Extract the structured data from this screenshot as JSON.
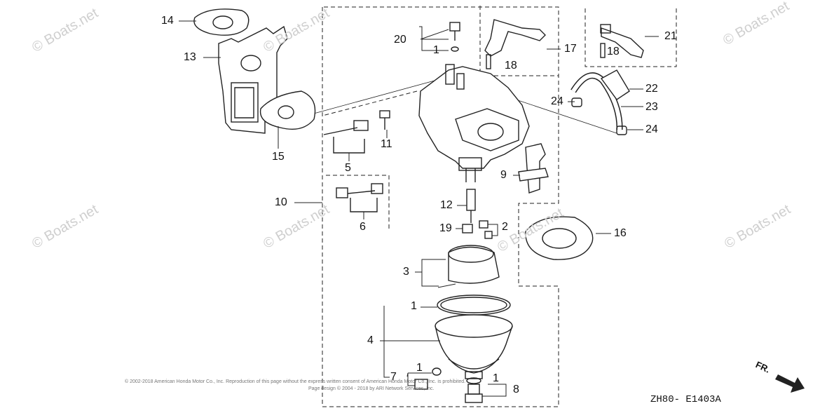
{
  "diagram": {
    "code": "ZH80- E1403A",
    "front_label": "FR.",
    "watermark": "© Boats.net",
    "copyright_line1": "© 2002-2018 American Honda Motor Co., Inc. Reproduction of this page without the express written consent of American Honda Motor Co., Inc. is prohibited.",
    "copyright_line2": "Page design © 2004 - 2018 by ARI Network Services, Inc."
  },
  "callouts": {
    "c14": "14",
    "c13": "13",
    "c15": "15",
    "c20": "20",
    "c1a": "1",
    "c17": "17",
    "c18a": "18",
    "c21": "21",
    "c18b": "18",
    "c22": "22",
    "c23": "23",
    "c24a": "24",
    "c24b": "24",
    "c11": "11",
    "c5": "5",
    "c9": "9",
    "c10": "10",
    "c6": "6",
    "c12": "12",
    "c19": "19",
    "c2": "2",
    "c16": "16",
    "c3": "3",
    "c1b": "1",
    "c4": "4",
    "c7": "7",
    "c1c": "1",
    "c1d": "1",
    "c8": "8"
  }
}
